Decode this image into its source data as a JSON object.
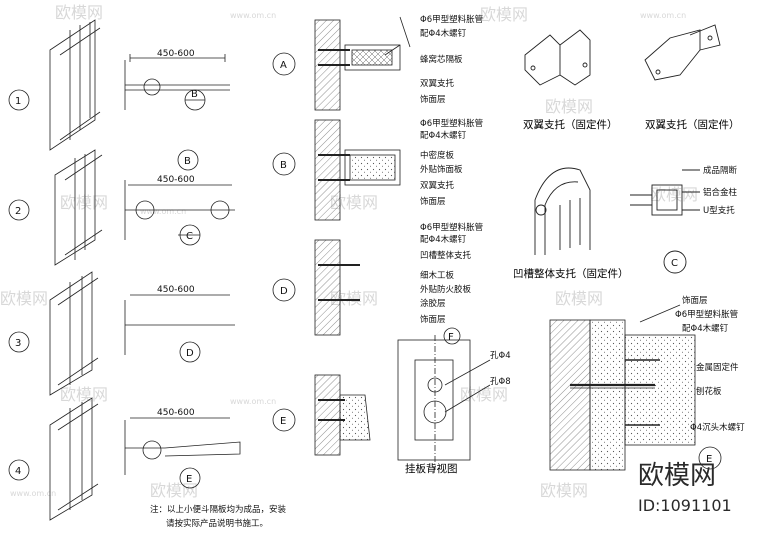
{
  "watermark": {
    "text": "欧模网",
    "url": "www.om.cn"
  },
  "brand": {
    "name": "欧模网",
    "id": "ID:1091101"
  },
  "rows": [
    "1",
    "2",
    "3",
    "4"
  ],
  "row_dimension": "450-600",
  "row_tags": {
    "b": "B",
    "c": "C",
    "d": "D",
    "e": "E"
  },
  "note": {
    "line1": "注：以上小便斗隔板均为成品，安装",
    "line2": "请按实际产品说明书施工。"
  },
  "sections": {
    "a": {
      "tag": "A",
      "labels": [
        "Φ6甲型塑料胀管",
        "配Φ4木螺钉",
        "蜂窝芯隔板",
        "双翼支托",
        "饰面层"
      ]
    },
    "b": {
      "tag": "B",
      "labels": [
        "Φ6甲型塑料胀管",
        "配Φ4木螺钉",
        "中密度板",
        "外贴饰面板",
        "双翼支托",
        "饰面层"
      ]
    },
    "d": {
      "tag": "D",
      "labels": [
        "Φ6甲型塑料胀管",
        "配Φ4木螺钉",
        "凹槽整体支托",
        "细木工板",
        "外贴防火胶板",
        "涂胶层",
        "饰面层"
      ]
    },
    "e": {
      "tag": "E"
    }
  },
  "panel_back": {
    "tag": "F",
    "hole1": "孔Φ4",
    "hole2": "孔Φ8",
    "caption": "挂板背视图"
  },
  "fittings": {
    "double_wing_1": "双翼支托（固定件）",
    "double_wing_2": "双翼支托（固定件）",
    "groove_support": "凹槽整体支托（固定件）",
    "c_tag": "C",
    "c_labels": [
      "成品隔断",
      "铝合金柱",
      "U型支托"
    ]
  },
  "detail_e": {
    "tag": "E",
    "labels": [
      "饰面层",
      "Φ6甲型塑料胀管",
      "配Φ4木螺钉",
      "金属固定件",
      "刨花板",
      "Φ4沉头木螺钉"
    ]
  }
}
